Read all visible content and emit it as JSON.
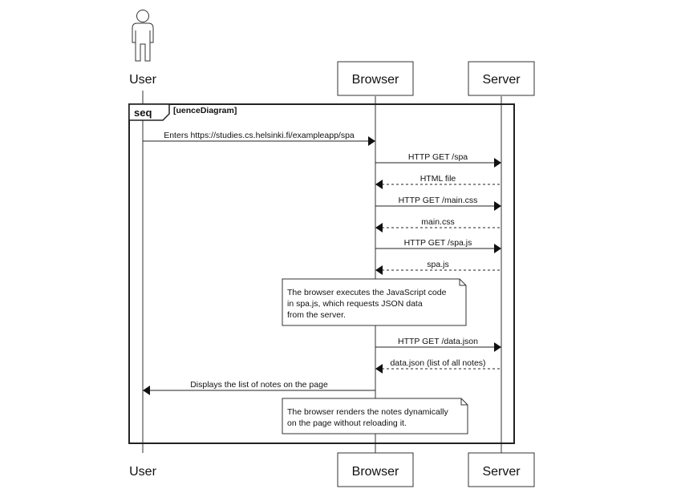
{
  "participants": {
    "user": "User",
    "browser": "Browser",
    "server": "Server"
  },
  "frame": {
    "title": "seq",
    "condition": "[uenceDiagram]"
  },
  "messages": [
    {
      "text": "Enters https://studies.cs.helsinki.fi/exampleapp/spa",
      "from": "user",
      "to": "browser",
      "style": "solid"
    },
    {
      "text": "HTTP GET /spa",
      "from": "browser",
      "to": "server",
      "style": "solid"
    },
    {
      "text": "HTML file",
      "from": "server",
      "to": "browser",
      "style": "dashed"
    },
    {
      "text": "HTTP GET /main.css",
      "from": "browser",
      "to": "server",
      "style": "solid"
    },
    {
      "text": "main.css",
      "from": "server",
      "to": "browser",
      "style": "dashed"
    },
    {
      "text": "HTTP GET /spa.js",
      "from": "browser",
      "to": "server",
      "style": "solid"
    },
    {
      "text": "spa.js",
      "from": "server",
      "to": "browser",
      "style": "dashed"
    },
    {
      "text": "HTTP GET /data.json",
      "from": "browser",
      "to": "server",
      "style": "solid"
    },
    {
      "text": "data.json (list of all notes)",
      "from": "server",
      "to": "browser",
      "style": "dashed"
    },
    {
      "text": "Displays the list of notes on the page",
      "from": "browser",
      "to": "user",
      "style": "solid"
    }
  ],
  "notes": [
    {
      "lines": [
        "The browser executes the JavaScript code",
        "in spa.js, which requests JSON data",
        "from the server."
      ]
    },
    {
      "lines": [
        "The browser renders the notes dynamically",
        "on the page without reloading it."
      ]
    }
  ]
}
